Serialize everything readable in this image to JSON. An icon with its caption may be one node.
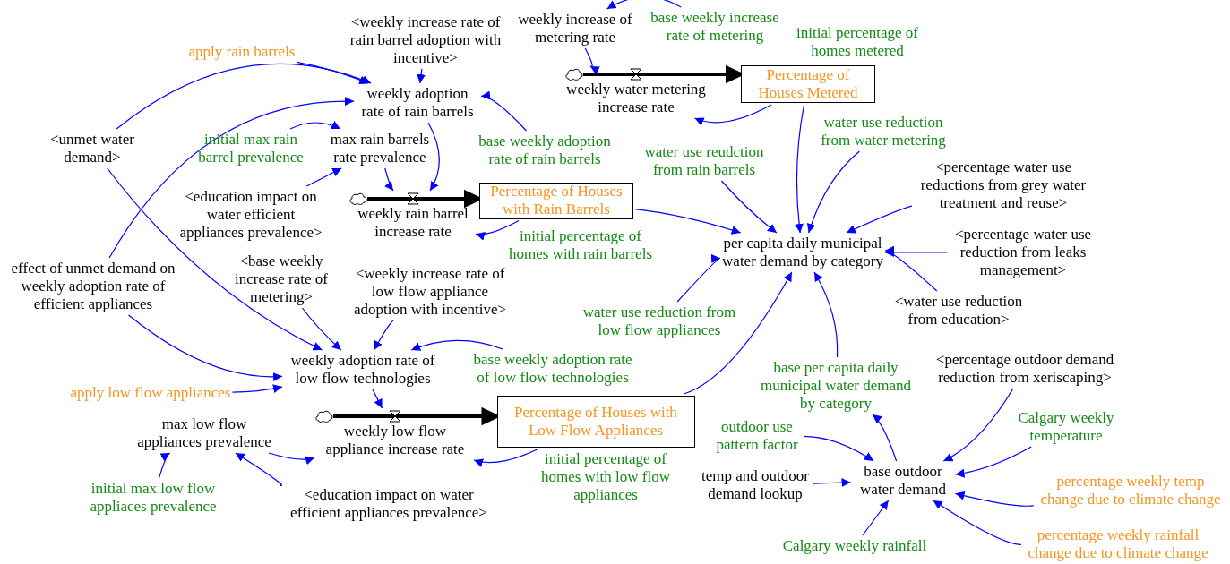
{
  "diagram": {
    "nodes": [
      {
        "text": [
          "<weekly increase rate of rain barrel adoption with incentive>"
        ]
      },
      {
        "text": [
          "apply rain barrels"
        ]
      },
      {
        "text": [
          "weekly increase of metering rate"
        ]
      },
      {
        "text": [
          "base weekly increase rate of metering"
        ]
      },
      {
        "text": [
          "initial percentage of homes metered"
        ]
      },
      {
        "text": [],
        "shape": "cloud"
      },
      {
        "text": [
          "weekly water metering increase rate"
        ]
      },
      {
        "text": [
          "Percentage of Houses Metered"
        ]
      },
      {
        "text": [
          "weekly adoption rate of rain barrels"
        ]
      },
      {
        "text": [
          "<unmet water demand>"
        ]
      },
      {
        "text": [
          "initial max rain barrel prevalence"
        ]
      },
      {
        "text": [
          "max rain barrels rate prevalence"
        ]
      },
      {
        "text": [
          "base weekly adoption rate of rain barrels"
        ]
      },
      {
        "text": [
          "water use reduction from water metering"
        ]
      },
      {
        "text": [
          "water use reudction from rain barrels"
        ]
      },
      {
        "text": [
          "<education impact on water efficient appliances prevalence>"
        ]
      },
      {
        "text": [],
        "shape": "cloud"
      },
      {
        "text": [
          "weekly rain barrel increase rate"
        ]
      },
      {
        "text": [
          "Percentage of Houses with Rain Barrels"
        ]
      },
      {
        "text": [
          "<percentage water use reductions from grey water treatment and reuse>"
        ]
      },
      {
        "text": [
          "initial percentage of homes with rain barrels"
        ]
      },
      {
        "text": [
          "per capita daily municipal water demand by category"
        ]
      },
      {
        "text": [
          "<percentage water use reduction from leaks management>"
        ]
      },
      {
        "text": [
          "effect of unmet demand on weekly adoption rate of efficient appliances"
        ]
      },
      {
        "text": [
          "<base weekly increase rate of metering>"
        ]
      },
      {
        "text": [
          "<weekly increase rate of low flow appliance adoption with incentive>"
        ]
      },
      {
        "text": [
          "<water use reduction from education>"
        ]
      },
      {
        "text": [
          "water use reduction from low flow appliances"
        ]
      },
      {
        "text": [
          "weekly adoption rate of low flow technologies"
        ]
      },
      {
        "text": [
          "base weekly adoption rate of low flow technologies"
        ]
      },
      {
        "text": [
          "base per capita daily municipal water demand by category"
        ]
      },
      {
        "text": [
          "<percentage outdoor demand reduction from xeriscaping>"
        ]
      },
      {
        "text": [
          "apply low flow appliances"
        ]
      },
      {
        "text": [],
        "shape": "cloud"
      },
      {
        "text": [
          "max low flow appliances prevalence"
        ]
      },
      {
        "text": [
          "weekly low flow appliance increase rate"
        ]
      },
      {
        "text": [
          "Percentage of Houses with Low Flow Appliances"
        ]
      },
      {
        "text": [
          "outdoor use pattern factor"
        ]
      },
      {
        "text": [
          "Calgary weekly temperature"
        ]
      },
      {
        "text": [
          "temp and outdoor demand lookup"
        ]
      },
      {
        "text": [
          "base outdoor water demand"
        ]
      },
      {
        "text": [
          "initial percentage of homes with low flow appliances"
        ]
      },
      {
        "text": [
          "percentage weekly temp change due to climate change"
        ]
      },
      {
        "text": [
          "initial max low flow appliaces prevalence"
        ]
      },
      {
        "text": [
          "<education impact on water efficient appliances prevalence>"
        ]
      },
      {
        "text": [
          "Calgary weekly rainfall"
        ]
      },
      {
        "text": [
          "percentage weekly rainfall change due to climate change"
        ]
      }
    ],
    "edges": [
      {
        "from": 5,
        "to": 7,
        "arrow": "to",
        "style": "thick",
        "color": "#000000"
      },
      {
        "from": 16,
        "to": 18,
        "arrow": "to",
        "style": "thick",
        "color": "#000000"
      },
      {
        "from": 33,
        "to": 36,
        "arrow": "to",
        "style": "thick",
        "color": "#000000"
      },
      {
        "from": 2,
        "to": 6,
        "arrow": "to"
      },
      {
        "from": 3,
        "to": 2,
        "arrow": "to"
      },
      {
        "from": 7,
        "to": 6,
        "arrow": "to"
      },
      {
        "from": 0,
        "to": 8,
        "arrow": "to"
      },
      {
        "from": 1,
        "to": 8,
        "arrow": "to"
      },
      {
        "from": 9,
        "to": 8,
        "arrow": "to"
      },
      {
        "from": 23,
        "to": 8,
        "arrow": "to"
      },
      {
        "from": 12,
        "to": 8,
        "arrow": "to"
      },
      {
        "from": 8,
        "to": 17,
        "arrow": "to"
      },
      {
        "from": 11,
        "to": 17,
        "arrow": "to"
      },
      {
        "from": 10,
        "to": 11,
        "arrow": "to"
      },
      {
        "from": 15,
        "to": 11,
        "arrow": "to"
      },
      {
        "from": 18,
        "to": 17,
        "arrow": "to"
      },
      {
        "from": 18,
        "to": 21,
        "arrow": "to"
      },
      {
        "from": 14,
        "to": 21,
        "arrow": "to"
      },
      {
        "from": 7,
        "to": 21,
        "arrow": "to"
      },
      {
        "from": 13,
        "to": 21,
        "arrow": "to"
      },
      {
        "from": 19,
        "to": 21,
        "arrow": "to"
      },
      {
        "from": 22,
        "to": 21,
        "arrow": "to"
      },
      {
        "from": 26,
        "to": 21,
        "arrow": "to"
      },
      {
        "from": 27,
        "to": 21,
        "arrow": "to"
      },
      {
        "from": 36,
        "to": 21,
        "arrow": "to"
      },
      {
        "from": 30,
        "to": 21,
        "arrow": "to"
      },
      {
        "from": 40,
        "to": 30,
        "arrow": "to"
      },
      {
        "from": 9,
        "to": 28,
        "arrow": "to"
      },
      {
        "from": 24,
        "to": 28,
        "arrow": "to"
      },
      {
        "from": 25,
        "to": 28,
        "arrow": "to"
      },
      {
        "from": 29,
        "to": 28,
        "arrow": "to"
      },
      {
        "from": 23,
        "to": 28,
        "arrow": "to"
      },
      {
        "from": 32,
        "to": 28,
        "arrow": "to"
      },
      {
        "from": 28,
        "to": 35,
        "arrow": "to"
      },
      {
        "from": 34,
        "to": 35,
        "arrow": "to"
      },
      {
        "from": 36,
        "to": 35,
        "arrow": "to"
      },
      {
        "from": 43,
        "to": 34,
        "arrow": "to"
      },
      {
        "from": 44,
        "to": 34,
        "arrow": "to"
      },
      {
        "from": 37,
        "to": 40,
        "arrow": "to"
      },
      {
        "from": 31,
        "to": 40,
        "arrow": "to"
      },
      {
        "from": 38,
        "to": 40,
        "arrow": "to"
      },
      {
        "from": 39,
        "to": 40,
        "arrow": "to"
      },
      {
        "from": 42,
        "to": 40,
        "arrow": "to"
      },
      {
        "from": 45,
        "to": 40,
        "arrow": "to"
      },
      {
        "from": 46,
        "to": 40,
        "arrow": "to"
      }
    ]
  }
}
